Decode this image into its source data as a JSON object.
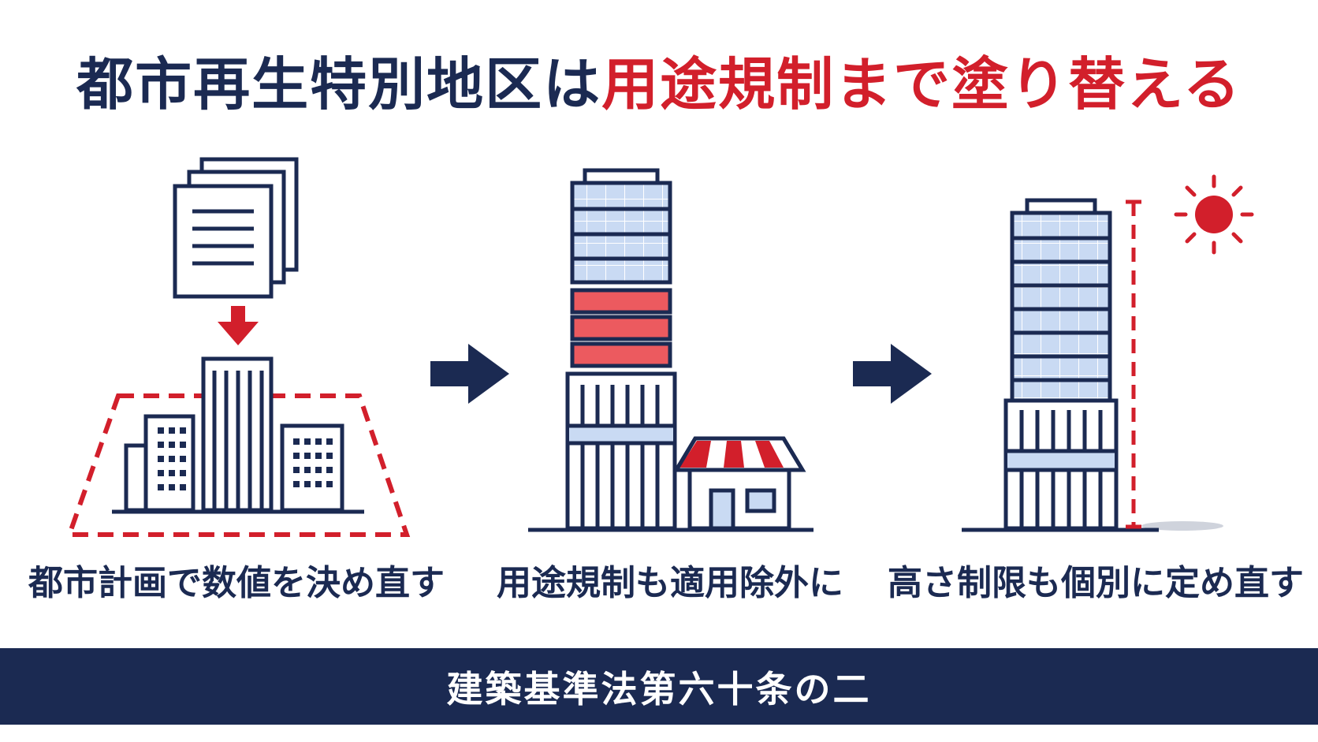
{
  "title": {
    "part1": "都市再生特別地区は",
    "part2": "用途規制まで塗り替える"
  },
  "steps": [
    {
      "caption": "都市計画で数値を決め直す",
      "icon": "document-to-district-icon"
    },
    {
      "caption": "用途規制も適用除外に",
      "icon": "mixed-use-tower-icon"
    },
    {
      "caption": "高さ制限も個別に定め直す",
      "icon": "tall-tower-height-icon"
    }
  ],
  "footer": {
    "label": "建築基準法第六十条の二"
  },
  "colors": {
    "navy": "#1b2a52",
    "red": "#d21f2b",
    "light_red": "#ec5a5f",
    "glass": "#c9daf3",
    "white": "#ffffff"
  }
}
